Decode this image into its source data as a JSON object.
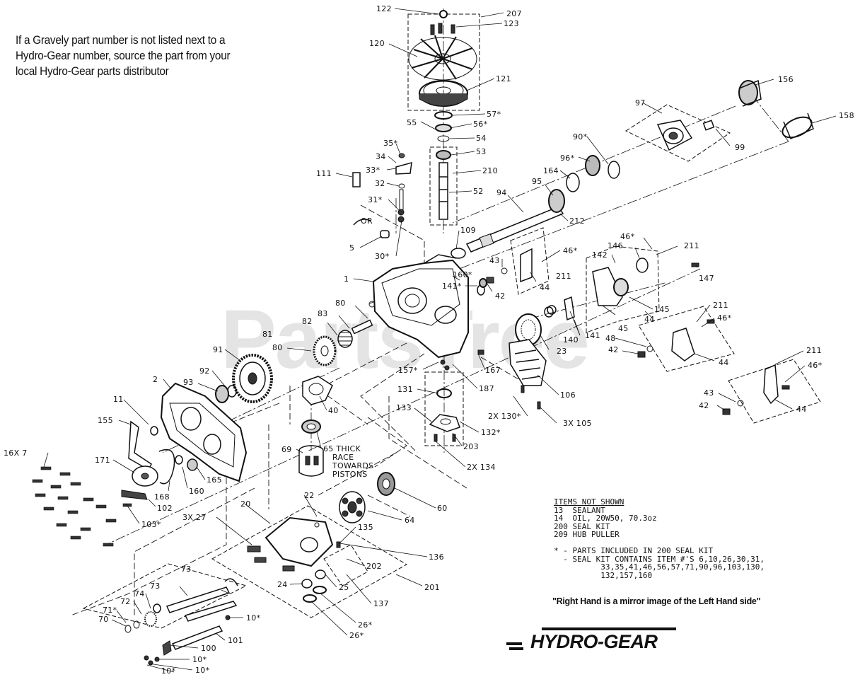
{
  "notice": {
    "line1": "If a Gravely part number is not listed next to a",
    "line2": "Hydro-Gear number, source the part from your",
    "line3": "local Hydro-Gear parts distributor"
  },
  "watermark": "PartsTree",
  "callouts": [
    {
      "id": "c122",
      "text": "122"
    },
    {
      "id": "c207",
      "text": "207"
    },
    {
      "id": "c123",
      "text": "123"
    },
    {
      "id": "c120",
      "text": "120"
    },
    {
      "id": "c121",
      "text": "121"
    },
    {
      "id": "c57",
      "text": "57*"
    },
    {
      "id": "c55",
      "text": "55"
    },
    {
      "id": "c56",
      "text": "56*"
    },
    {
      "id": "c54",
      "text": "54"
    },
    {
      "id": "c53",
      "text": "53"
    },
    {
      "id": "c210",
      "text": "210"
    },
    {
      "id": "c52",
      "text": "52"
    },
    {
      "id": "c35",
      "text": "35*"
    },
    {
      "id": "c34",
      "text": "34"
    },
    {
      "id": "c33",
      "text": "33*"
    },
    {
      "id": "c32",
      "text": "32"
    },
    {
      "id": "c31",
      "text": "31*"
    },
    {
      "id": "c111",
      "text": "111"
    },
    {
      "id": "cOR",
      "text": "OR"
    },
    {
      "id": "c5",
      "text": "5"
    },
    {
      "id": "c30",
      "text": "30*"
    },
    {
      "id": "c109",
      "text": "109"
    },
    {
      "id": "c94",
      "text": "94"
    },
    {
      "id": "c212",
      "text": "212"
    },
    {
      "id": "c95",
      "text": "95"
    },
    {
      "id": "c164",
      "text": "164"
    },
    {
      "id": "c96",
      "text": "96*"
    },
    {
      "id": "c90",
      "text": "90*"
    },
    {
      "id": "c97",
      "text": "97"
    },
    {
      "id": "c99",
      "text": "99"
    },
    {
      "id": "c156",
      "text": "156"
    },
    {
      "id": "c158",
      "text": "158"
    },
    {
      "id": "c1",
      "text": "1"
    },
    {
      "id": "c160a",
      "text": "160*"
    },
    {
      "id": "c141a",
      "text": "141*"
    },
    {
      "id": "c43a",
      "text": "43"
    },
    {
      "id": "c46a",
      "text": "46*"
    },
    {
      "id": "c211a",
      "text": "211"
    },
    {
      "id": "c42a",
      "text": "42"
    },
    {
      "id": "c44a",
      "text": "44"
    },
    {
      "id": "c142",
      "text": "142"
    },
    {
      "id": "c146",
      "text": "146"
    },
    {
      "id": "c46b",
      "text": "46*"
    },
    {
      "id": "c211b",
      "text": "211"
    },
    {
      "id": "c147",
      "text": "147"
    },
    {
      "id": "c145",
      "text": "145"
    },
    {
      "id": "c45",
      "text": "45"
    },
    {
      "id": "c44b",
      "text": "44"
    },
    {
      "id": "c80a",
      "text": "80"
    },
    {
      "id": "c83",
      "text": "83"
    },
    {
      "id": "c82",
      "text": "82"
    },
    {
      "id": "c81",
      "text": "81"
    },
    {
      "id": "c80b",
      "text": "80"
    },
    {
      "id": "c91",
      "text": "91"
    },
    {
      "id": "c140",
      "text": "140"
    },
    {
      "id": "c141b",
      "text": "141"
    },
    {
      "id": "c23",
      "text": "23"
    },
    {
      "id": "c211c",
      "text": "211"
    },
    {
      "id": "c46c",
      "text": "46*"
    },
    {
      "id": "c48",
      "text": "48"
    },
    {
      "id": "c42b",
      "text": "42"
    },
    {
      "id": "c44c",
      "text": "44"
    },
    {
      "id": "c167",
      "text": "167"
    },
    {
      "id": "c157",
      "text": "157*"
    },
    {
      "id": "c187",
      "text": "187"
    },
    {
      "id": "c106",
      "text": "106"
    },
    {
      "id": "c211d",
      "text": "211"
    },
    {
      "id": "c46d",
      "text": "46*"
    },
    {
      "id": "c43b",
      "text": "43"
    },
    {
      "id": "c42c",
      "text": "42"
    },
    {
      "id": "c44d",
      "text": "44"
    },
    {
      "id": "c2",
      "text": "2"
    },
    {
      "id": "c92",
      "text": "92"
    },
    {
      "id": "c93",
      "text": "93"
    },
    {
      "id": "c131",
      "text": "131"
    },
    {
      "id": "c2x130",
      "text": "2X 130*"
    },
    {
      "id": "c3x105",
      "text": "3X 105"
    },
    {
      "id": "c133",
      "text": "133"
    },
    {
      "id": "c132",
      "text": "132*"
    },
    {
      "id": "c203",
      "text": "203"
    },
    {
      "id": "c11",
      "text": "11"
    },
    {
      "id": "c40",
      "text": "40"
    },
    {
      "id": "c155",
      "text": "155"
    },
    {
      "id": "c65",
      "text": "65 THICK"
    },
    {
      "id": "c65b",
      "text": "RACE"
    },
    {
      "id": "c65c",
      "text": "TOWARDS"
    },
    {
      "id": "c65d",
      "text": "PISTONS"
    },
    {
      "id": "c69",
      "text": "69"
    },
    {
      "id": "c2x134",
      "text": "2X 134"
    },
    {
      "id": "c16x7",
      "text": "16X 7"
    },
    {
      "id": "c171",
      "text": "171"
    },
    {
      "id": "c165",
      "text": "165"
    },
    {
      "id": "c168",
      "text": "168"
    },
    {
      "id": "c160b",
      "text": "160"
    },
    {
      "id": "c102",
      "text": "102"
    },
    {
      "id": "c103",
      "text": "103*"
    },
    {
      "id": "c22",
      "text": "22"
    },
    {
      "id": "c60",
      "text": "60"
    },
    {
      "id": "c20",
      "text": "20"
    },
    {
      "id": "c3x27",
      "text": "3X 27"
    },
    {
      "id": "c64",
      "text": "64"
    },
    {
      "id": "c135",
      "text": "135"
    },
    {
      "id": "c136",
      "text": "136"
    },
    {
      "id": "c202",
      "text": "202"
    },
    {
      "id": "c201",
      "text": "201"
    },
    {
      "id": "c24",
      "text": "24"
    },
    {
      "id": "c25",
      "text": "25"
    },
    {
      "id": "c137",
      "text": "137"
    },
    {
      "id": "c73a",
      "text": "73"
    },
    {
      "id": "c73b",
      "text": "73"
    },
    {
      "id": "c74",
      "text": "74"
    },
    {
      "id": "c72",
      "text": "72"
    },
    {
      "id": "c71",
      "text": "71*"
    },
    {
      "id": "c70",
      "text": "70"
    },
    {
      "id": "c10a",
      "text": "10*"
    },
    {
      "id": "c26a",
      "text": "26*"
    },
    {
      "id": "c26b",
      "text": "26*"
    },
    {
      "id": "c101",
      "text": "101"
    },
    {
      "id": "c100",
      "text": "100"
    },
    {
      "id": "c10b",
      "text": "10*"
    },
    {
      "id": "c10c",
      "text": "10*"
    },
    {
      "id": "c10d",
      "text": "10*"
    }
  ],
  "notes": {
    "header": "ITEMS NOT SHOWN",
    "lines": [
      "13  SEALANT",
      "14  OIL, 20W50, 70.3oz",
      "200 SEAL KIT",
      "209 HUB PULLER",
      "",
      "* - PARTS INCLUDED IN 200 SEAL KIT",
      "  - SEAL KIT CONTAINS ITEM #'S 6,10,26,30,31,",
      "          33,35,41,46,56,57,71,90,96,103,130,",
      "          132,157,160"
    ]
  },
  "mirror_note": "\"Right Hand is a mirror image of the Left Hand side\"",
  "brand": {
    "name": "HYDRO-GEAR"
  }
}
